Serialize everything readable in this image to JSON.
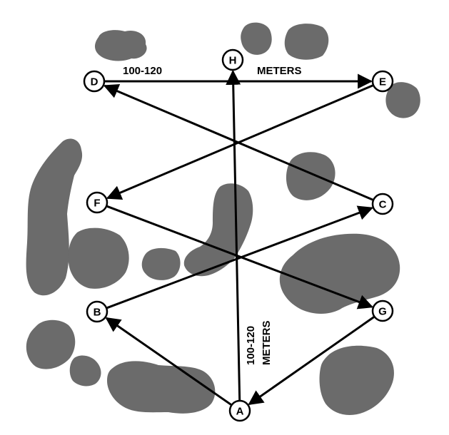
{
  "points": [
    {
      "id": "A",
      "label": "A"
    },
    {
      "id": "B",
      "label": "B"
    },
    {
      "id": "C",
      "label": "C"
    },
    {
      "id": "D",
      "label": "D"
    },
    {
      "id": "E",
      "label": "E"
    },
    {
      "id": "F",
      "label": "F"
    },
    {
      "id": "G",
      "label": "G"
    },
    {
      "id": "H",
      "label": "H"
    }
  ],
  "routes": [
    {
      "from": "A",
      "to": "H"
    },
    {
      "from": "A",
      "to": "B"
    },
    {
      "from": "B",
      "to": "C"
    },
    {
      "from": "C",
      "to": "D"
    },
    {
      "from": "D",
      "to": "E"
    },
    {
      "from": "E",
      "to": "F"
    },
    {
      "from": "F",
      "to": "G"
    },
    {
      "from": "G",
      "to": "A"
    }
  ],
  "labels": {
    "horizontal_distance": "100-120",
    "horizontal_unit": "METERS",
    "vertical_distance": "100-120",
    "vertical_unit": "METERS"
  },
  "colors": {
    "vegetation": "#6b6b6b",
    "lines": "#000000",
    "background": "#ffffff"
  }
}
